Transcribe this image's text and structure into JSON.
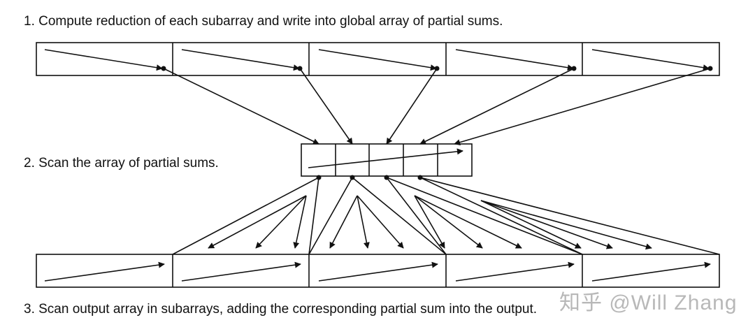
{
  "steps": {
    "step1": "1. Compute reduction of each subarray and write into global array of partial sums.",
    "step2": "2. Scan the array of partial sums.",
    "step3": "3. Scan output array in subarrays, adding the corresponding partial sum into the output."
  },
  "watermark": "知乎 @Will Zhang",
  "structure": {
    "subarray_count": 5,
    "partial_sum_cells": 5
  },
  "colors": {
    "ink": "#111111",
    "watermark": "#a0a0a0"
  }
}
